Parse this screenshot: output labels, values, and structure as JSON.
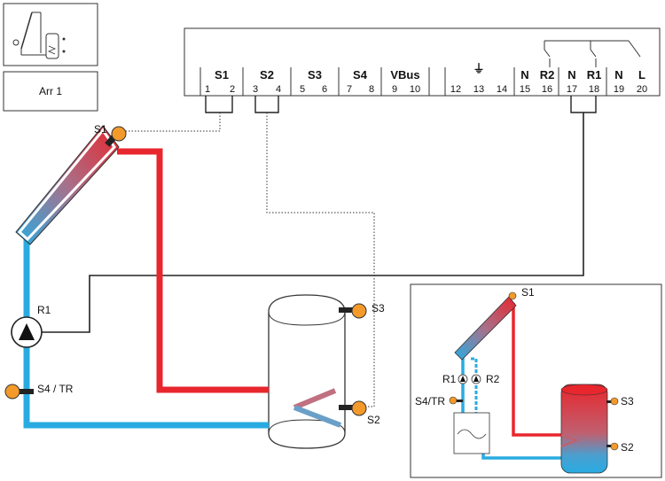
{
  "arrangement": {
    "label": "Arr 1"
  },
  "controller": {
    "group_labels": [
      "S1",
      "S2",
      "S3",
      "S4",
      "VBus",
      "⏚",
      "N",
      "R2",
      "N",
      "R1",
      "N",
      "L"
    ],
    "terminal_numbers": [
      "1",
      "2",
      "3",
      "4",
      "5",
      "6",
      "7",
      "8",
      "9",
      "10",
      "12",
      "13",
      "14",
      "15",
      "16",
      "17",
      "18",
      "19",
      "20"
    ]
  },
  "main_diagram": {
    "sensors": {
      "s1": "S1",
      "s3": "S3",
      "s2": "S2",
      "s4": "S4 / TR"
    },
    "pump_label": "R1"
  },
  "inset_diagram": {
    "sensors": {
      "s1": "S1",
      "s3": "S3",
      "s2": "S2",
      "s4": "S4/TR"
    },
    "pump_labels": {
      "r1": "R1",
      "r2": "R2"
    }
  },
  "colors": {
    "hot": "#e8262d",
    "cold": "#29abe2",
    "sensor": "#f39a2b",
    "wire": "#222222"
  }
}
